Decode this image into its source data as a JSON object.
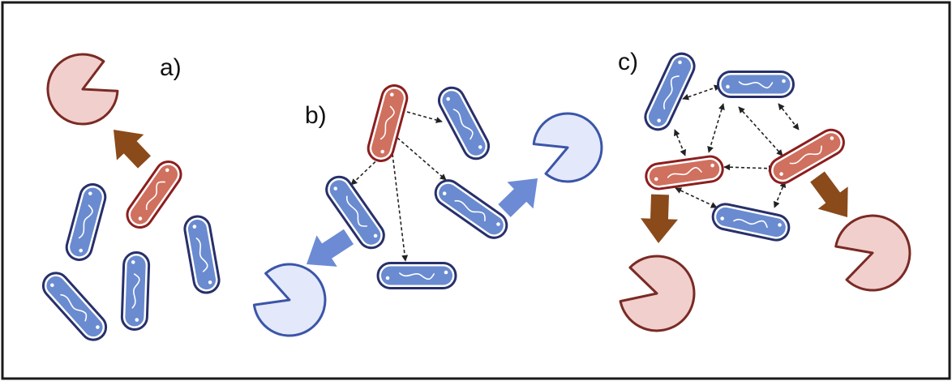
{
  "panels": [
    {
      "label": "a)"
    },
    {
      "label": "b)"
    },
    {
      "label": "c)"
    }
  ],
  "colors": {
    "frame": "#1a1a1a",
    "bacterium_blue_fill": "#6a8bd0",
    "bacterium_blue_outline": "#27306a",
    "bacterium_red_fill": "#d0705f",
    "bacterium_red_outline": "#8c1e1e",
    "arrow_brown": "#8a4a1a",
    "arrow_blue": "#6c8bd4",
    "pacman_red_fill": "#f1cfcd",
    "pacman_red_outline": "#7a2a24",
    "pacman_blue_fill": "#e3e9fb",
    "pacman_blue_outline": "#3b55a8",
    "signal_line": "#222222"
  },
  "icons": {
    "bacterium": "rod-bacterium-icon",
    "pacman": "pacman-icon",
    "arrow": "thick-arrow-icon"
  }
}
